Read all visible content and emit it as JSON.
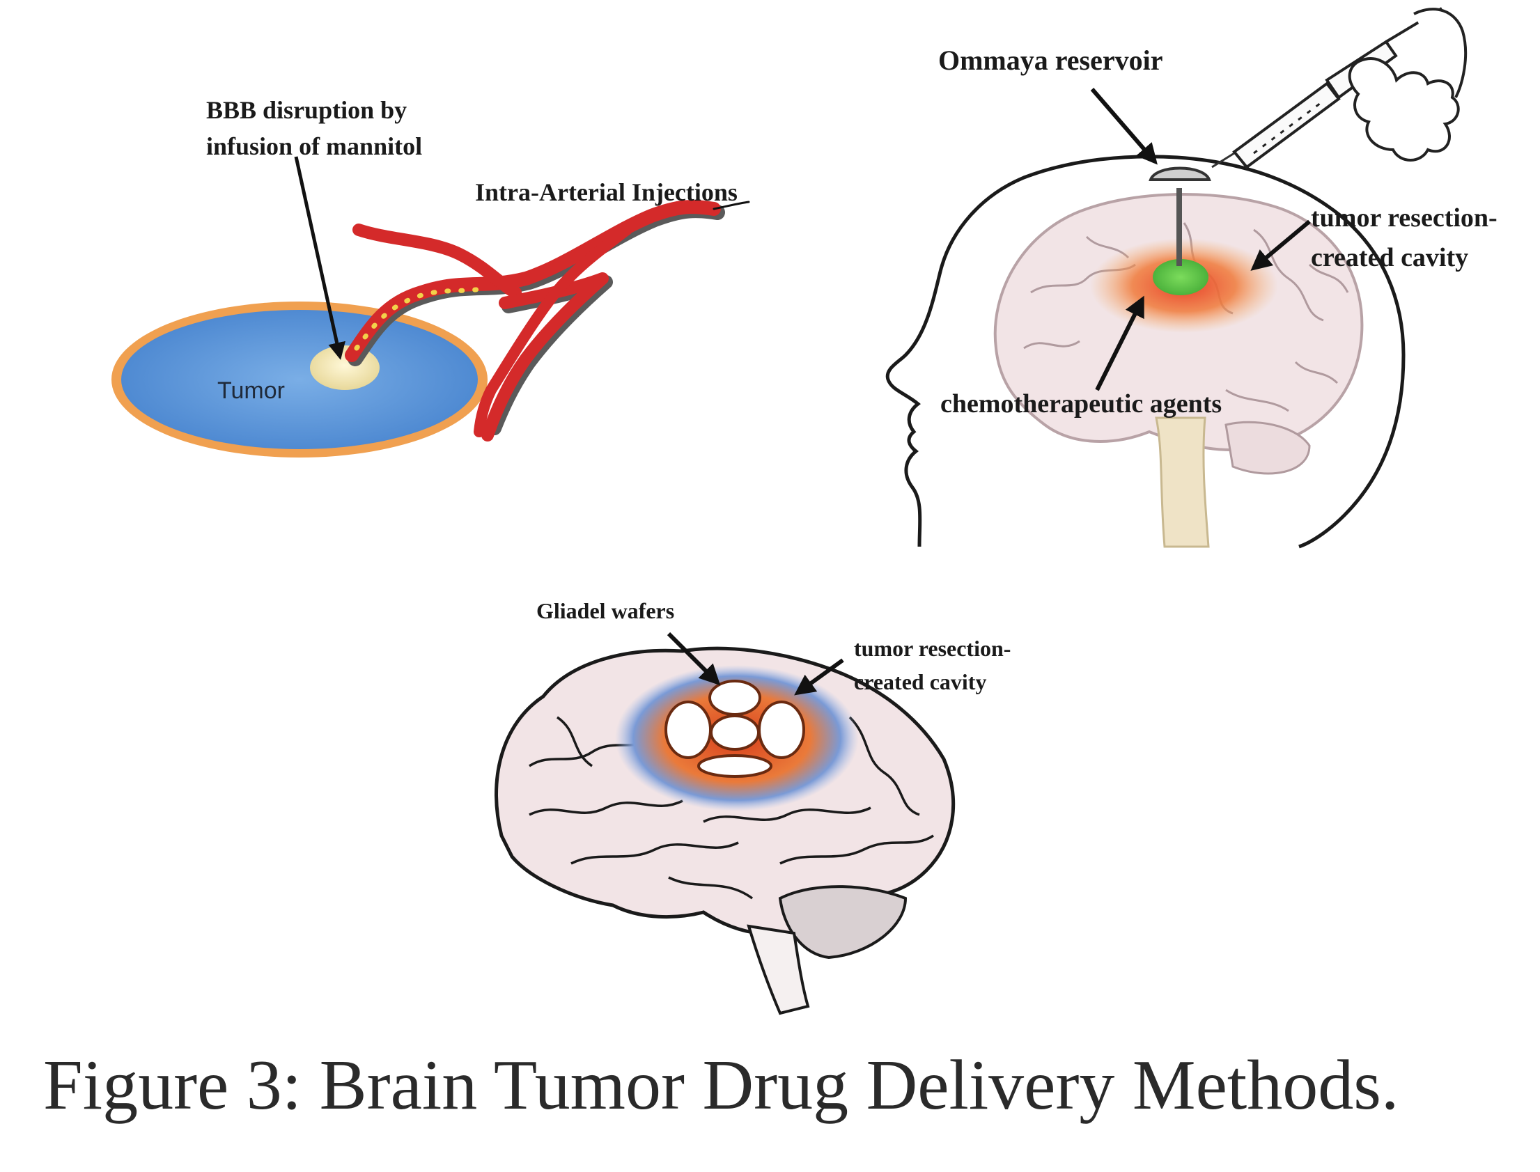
{
  "panel_a": {
    "label_bbb_line1": "BBB disruption by",
    "label_bbb_line2": "infusion of mannitol",
    "label_intra_arterial": "Intra-Arterial Injections",
    "label_tumor": "Tumor"
  },
  "panel_b": {
    "label_ommaya": "Ommaya reservoir",
    "label_cavity_line1": "tumor resection-",
    "label_cavity_line2": "created cavity",
    "label_chemo": "chemotherapeutic agents"
  },
  "panel_c": {
    "label_gliadel": "Gliadel wafers",
    "label_cavity_line1": "tumor resection-",
    "label_cavity_line2": "created cavity"
  },
  "caption": "Figure 3:  Brain Tumor Drug Delivery Methods.",
  "colors": {
    "tumor_fill": "#5b95d8",
    "tumor_rim": "#f0a050",
    "artery": "#d42a2a",
    "brain_fill": "#f2e4e6",
    "cavity_glow": "#f06a30",
    "reservoir_green": "#5cc44a"
  }
}
